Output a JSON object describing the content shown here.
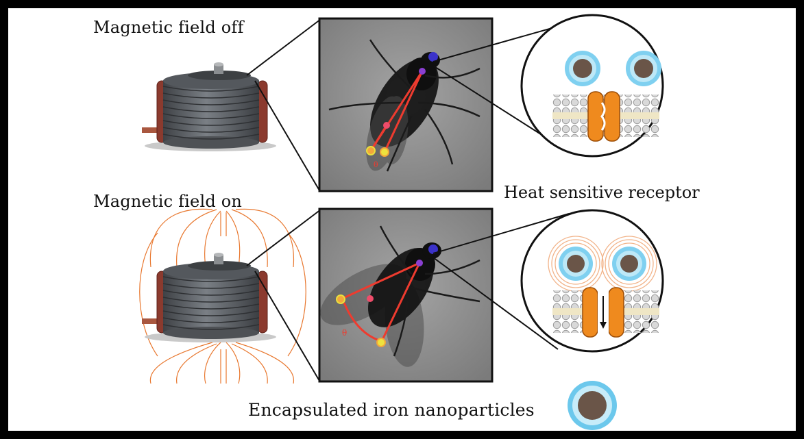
{
  "labels": {
    "field_off": "Magnetic field off",
    "field_on": "Magnetic field on",
    "receptor": "Heat sensitive receptor",
    "nanoparticles": "Encapsulated iron nanoparticles",
    "angle_symbol": "θ"
  },
  "colors": {
    "background": "#ffffff",
    "border": "#000000",
    "coil_wire": "#8b3a2e",
    "coil_body": "#5d6166",
    "field_lines": "#e8772e",
    "nanoparticle_core": "#6a5548",
    "nanoparticle_shell": "#6cc8ec",
    "channel": "#ef8a1e",
    "tracking_line": "#ee3b2f",
    "photo_bg": "#8d8d8d"
  }
}
